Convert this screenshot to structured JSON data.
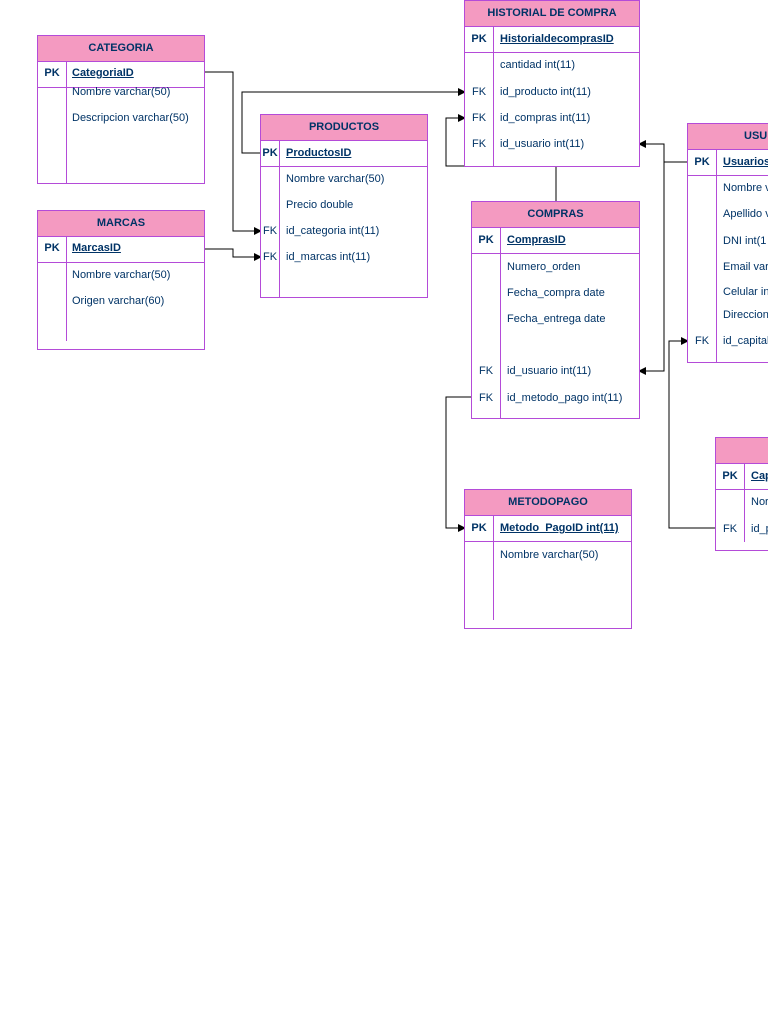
{
  "tables": {
    "categoria": {
      "title": "CATEGORIA",
      "pk_label": "PK",
      "pk_field": "CategoriaID",
      "fields": [
        "Nombre varchar(50)",
        "Descripcion varchar(50)"
      ]
    },
    "marcas": {
      "title": "MARCAS",
      "pk_label": "PK",
      "pk_field": "MarcasID",
      "fields": [
        "Nombre varchar(50)",
        "Origen varchar(60)"
      ]
    },
    "productos": {
      "title": "PRODUCTOS",
      "pk_label": "PK",
      "pk_field": "ProductosID",
      "fields": [
        "Nombre varchar(50)",
        "Precio double",
        "id_categoria int(11)",
        "id_marcas int(11)"
      ],
      "fk_labels": [
        "FK",
        "FK"
      ]
    },
    "historial": {
      "title": "HISTORIAL DE COMPRA",
      "pk_label": "PK",
      "pk_field": "HistorialdecomprasID",
      "fields": [
        "cantidad int(11)",
        "id_producto int(11)",
        "id_compras int(11)",
        "id_usuario int(11)"
      ],
      "fk_labels": [
        "FK",
        "FK",
        "FK"
      ]
    },
    "compras": {
      "title": "COMPRAS",
      "pk_label": "PK",
      "pk_field": "ComprasID",
      "fields": [
        "Numero_orden",
        "Fecha_compra date",
        "Fecha_entrega date",
        "id_usuario int(11)",
        "id_metodo_pago int(11)"
      ],
      "fk_labels": [
        "FK",
        "FK"
      ]
    },
    "metodopago": {
      "title": "METODOPAGO",
      "pk_label": "PK",
      "pk_field": "Metodo_PagoID int(11)",
      "fields": [
        "Nombre varchar(50)"
      ]
    },
    "usuarios": {
      "title": "USU",
      "pk_label": "PK",
      "pk_field": "Usuarios",
      "fields": [
        "Nombre v",
        "Apellido v",
        "DNI int(1",
        "Email var",
        "Celular  in",
        "Direccion",
        "id_capital"
      ],
      "fk_labels": [
        "FK"
      ]
    },
    "capital": {
      "title": "",
      "pk_label": "PK",
      "pk_field": "Cap",
      "fields": [
        "Nor",
        "id_p"
      ],
      "fk_labels": [
        "FK"
      ]
    }
  }
}
